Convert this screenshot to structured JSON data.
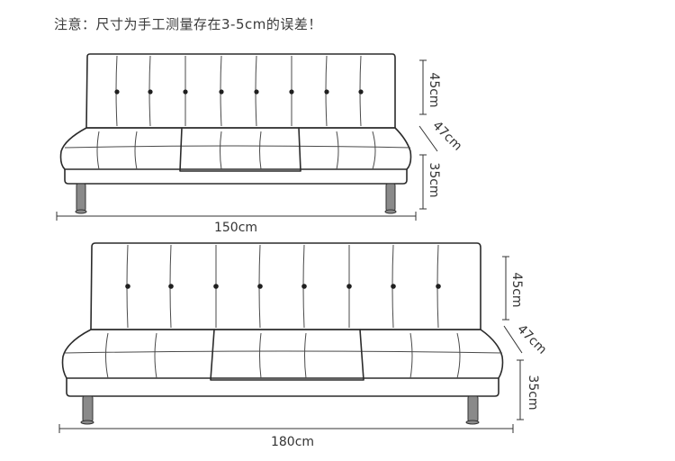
{
  "note": "注意：尺寸为手工测量存在3-5cm的误差！",
  "sofas": [
    {
      "id": "sofa-small",
      "width_label": "150cm",
      "back_height_label": "45cm",
      "seat_depth_label": "47cm",
      "seat_height_label": "35cm"
    },
    {
      "id": "sofa-large",
      "width_label": "180cm",
      "back_height_label": "45cm",
      "seat_depth_label": "47cm",
      "seat_height_label": "35cm"
    }
  ]
}
